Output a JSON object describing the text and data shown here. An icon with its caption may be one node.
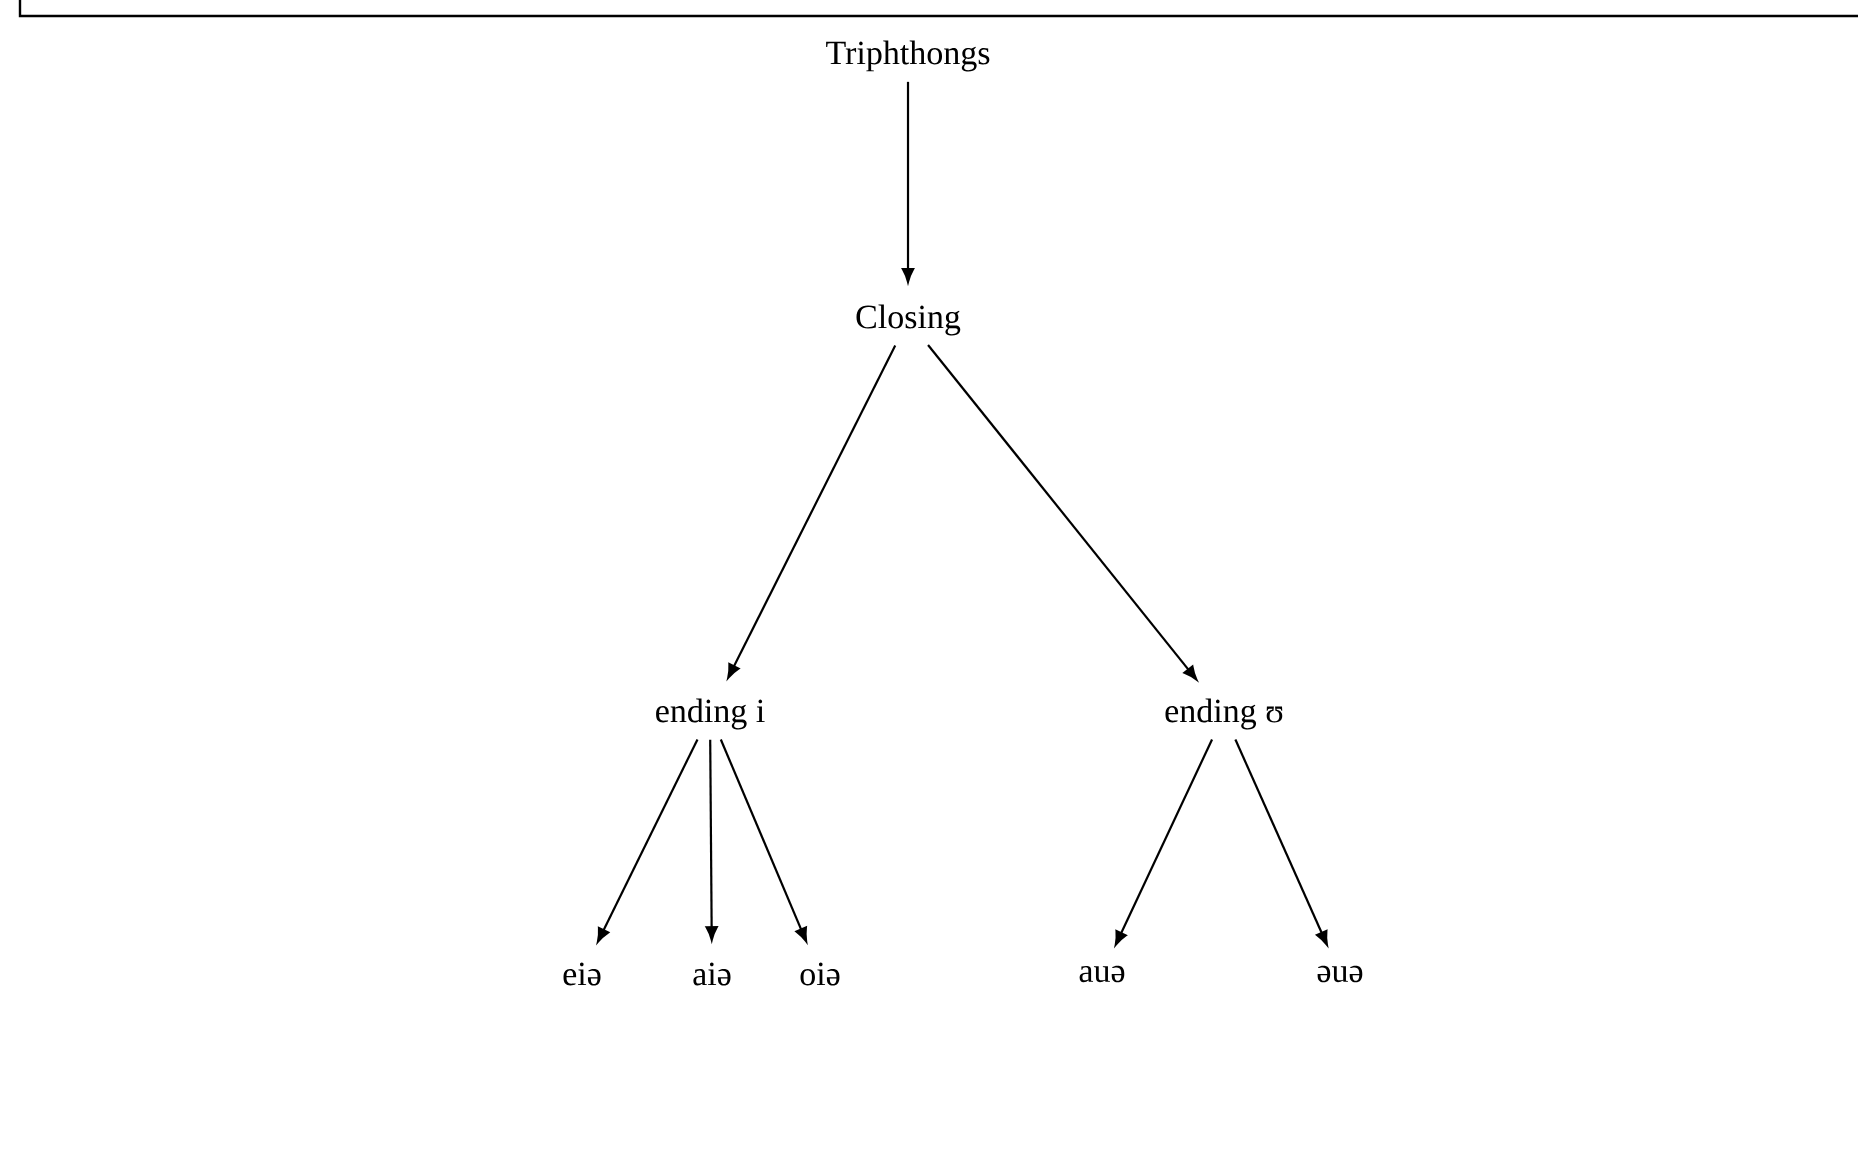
{
  "diagram": {
    "nodes": [
      {
        "text": [
          "Triphthongs"
        ]
      },
      {
        "text": [
          "Closing"
        ]
      },
      {
        "text": [
          "ending i"
        ]
      },
      {
        "text": [
          "ending ʊ"
        ]
      },
      {
        "text": [
          "eiə"
        ]
      },
      {
        "text": [
          "aiə"
        ]
      },
      {
        "text": [
          "oiə"
        ]
      },
      {
        "text": [
          "auə"
        ]
      },
      {
        "text": [
          "əuə"
        ]
      }
    ],
    "edges": [
      {
        "from": 0,
        "to": 1,
        "arrow": "to"
      },
      {
        "from": 1,
        "to": 2,
        "arrow": "to"
      },
      {
        "from": 1,
        "to": 3,
        "arrow": "to"
      },
      {
        "from": 2,
        "to": 4,
        "arrow": "to"
      },
      {
        "from": 2,
        "to": 5,
        "arrow": "to"
      },
      {
        "from": 2,
        "to": 6,
        "arrow": "to"
      },
      {
        "from": 3,
        "to": 7,
        "arrow": "to"
      },
      {
        "from": 3,
        "to": 8,
        "arrow": "to"
      }
    ]
  }
}
